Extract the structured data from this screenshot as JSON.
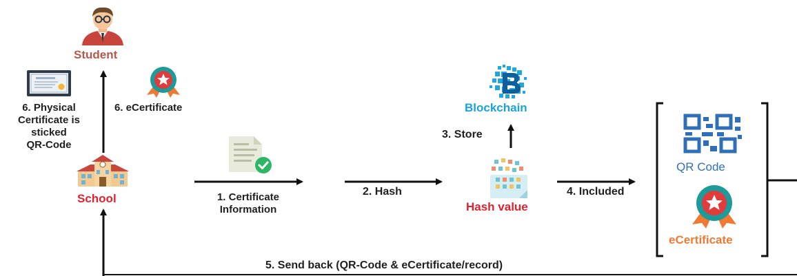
{
  "nodes": {
    "student": {
      "label": "Student",
      "color": "#b5584d"
    },
    "school": {
      "label": "School",
      "color": "#e0212e"
    },
    "blockchain": {
      "label": "Blockchain",
      "color": "#18a3dc"
    },
    "hash_value": {
      "label": "Hash value",
      "color": "#e0212e"
    },
    "qr_code": {
      "label": "QR Code",
      "color": "#2f6fb7"
    },
    "ecertificate": {
      "label": "eCertificate",
      "color": "#f07a32"
    }
  },
  "steps": {
    "step1": {
      "line1": "1. Certificate",
      "line2": "Information"
    },
    "step2": {
      "label": "2. Hash"
    },
    "step3": {
      "label": "3. Store"
    },
    "step4": {
      "label": "4. Included"
    },
    "step5": {
      "label": "5. Send back (QR-Code & eCertificate/record)"
    },
    "step6_ecert": {
      "label": "6. eCertificate"
    },
    "step6_physical": {
      "line1": "6. Physical",
      "line2": "Certificate is",
      "line3": "sticked",
      "line4": "QR-Code"
    }
  },
  "icons": [
    "student-icon",
    "diploma-icon",
    "award-badge-icon",
    "school-building-icon",
    "document-check-icon",
    "blockchain-logo-icon",
    "hash-value-icon",
    "qr-code-icon",
    "ecertificate-badge-icon"
  ]
}
